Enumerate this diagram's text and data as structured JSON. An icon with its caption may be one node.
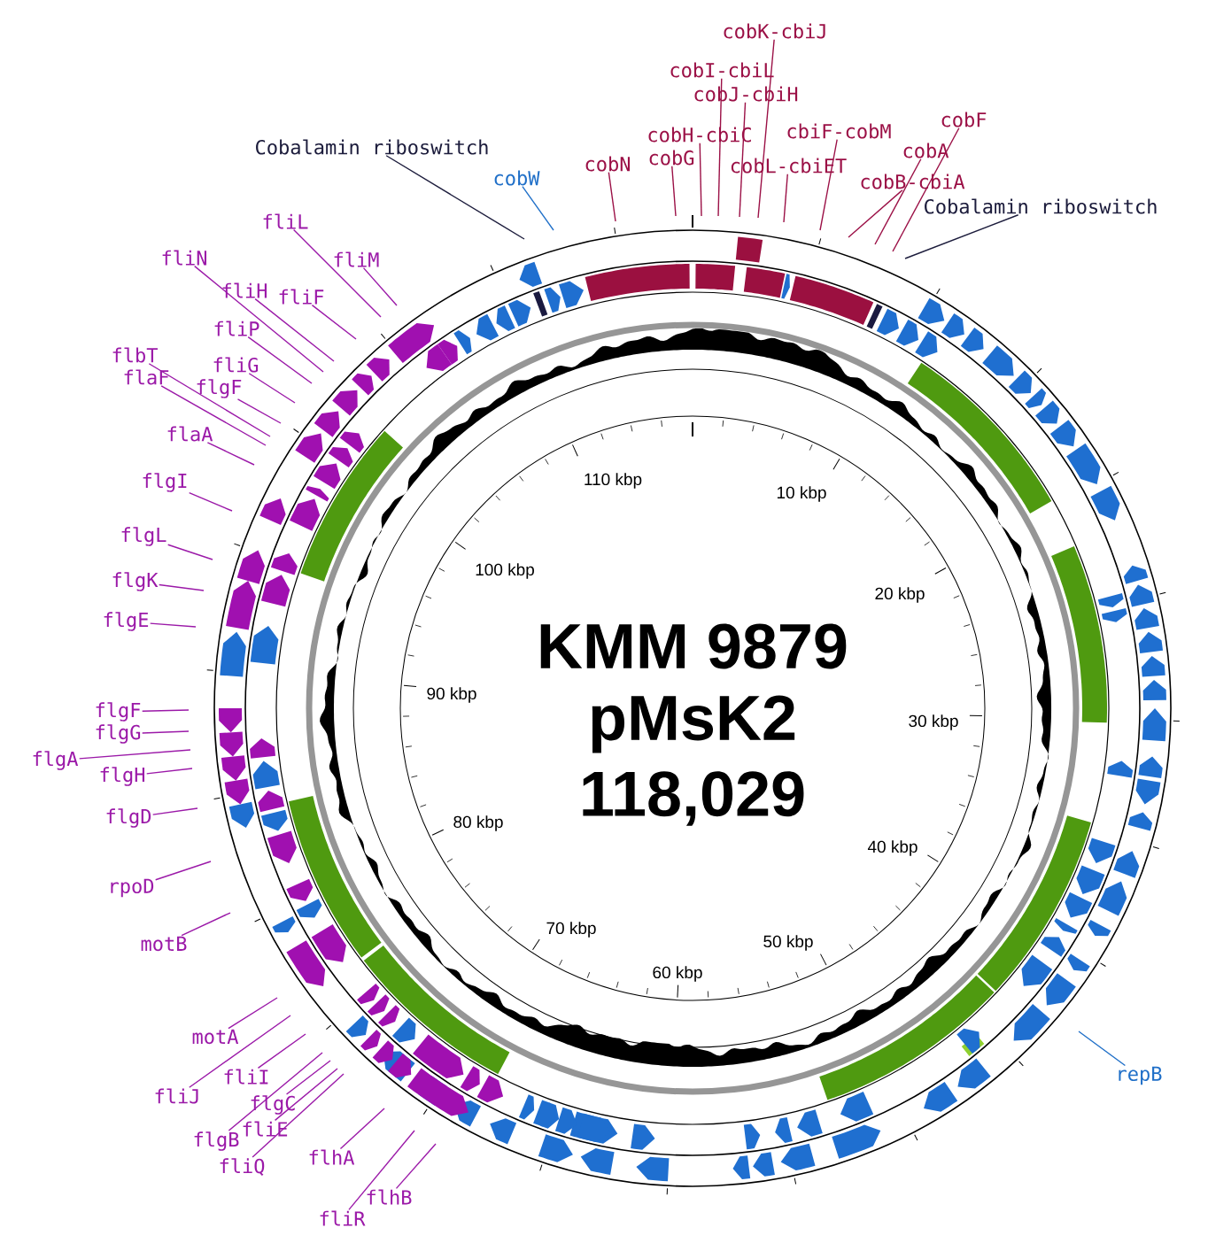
{
  "diagram": {
    "nodes": [
      {
        "text": [
          "cobK-cbiJ"
        ]
      },
      {
        "text": [
          "cobI-cbiL"
        ]
      },
      {
        "text": [
          "cobJ-cbiH"
        ]
      },
      {
        "text": [
          "Cobalamin riboswitch"
        ]
      },
      {
        "text": [
          "cobH-cbiC"
        ]
      },
      {
        "text": [
          "cobF"
        ]
      },
      {
        "text": [
          "cbiF-cobM"
        ]
      },
      {
        "text": [
          "cobG"
        ]
      },
      {
        "text": [
          "cobN"
        ]
      },
      {
        "text": [
          "cobA"
        ]
      },
      {
        "text": [
          "cobL-cbiET"
        ]
      },
      {
        "text": [
          "cobW"
        ]
      },
      {
        "text": [
          "cobB-cbiA"
        ]
      },
      {
        "text": [
          "Cobalamin riboswitch"
        ]
      },
      {
        "text": [
          "fliL"
        ]
      },
      {
        "text": [
          "fliN"
        ]
      },
      {
        "text": [
          "fliM"
        ]
      },
      {
        "text": [
          "fliH"
        ]
      },
      {
        "text": [
          "fliF"
        ]
      },
      {
        "text": [
          "fliP"
        ]
      },
      {
        "text": [
          "flbT"
        ]
      },
      {
        "text": [
          "fliG"
        ]
      },
      {
        "text": [
          "flaF"
        ]
      },
      {
        "text": [
          "flgF"
        ]
      },
      {
        "text": [
          "flaA"
        ]
      },
      {
        "text": [
          "flgI"
        ]
      },
      {
        "text": [
          "flgL"
        ]
      },
      {
        "text": [
          "flgK"
        ]
      },
      {
        "text": [
          "flgE"
        ]
      },
      {
        "text": [
          "flgF"
        ]
      },
      {
        "text": [
          "flgG"
        ]
      },
      {
        "text": [
          "flgA"
        ]
      },
      {
        "text": [
          "flgH"
        ]
      },
      {
        "text": [
          "flgD"
        ]
      },
      {
        "text": [
          "rpoD"
        ]
      },
      {
        "text": [
          "motB"
        ]
      },
      {
        "text": [
          "motA"
        ]
      },
      {
        "text": [
          "fliI"
        ]
      },
      {
        "text": [
          "repB"
        ]
      },
      {
        "text": [
          "fliJ"
        ]
      },
      {
        "text": [
          "flgC"
        ]
      },
      {
        "text": [
          "fliE"
        ]
      },
      {
        "text": [
          "flgB"
        ]
      },
      {
        "text": [
          "flhA"
        ]
      },
      {
        "text": [
          "fliQ"
        ]
      },
      {
        "text": [
          "flhB"
        ]
      },
      {
        "text": [
          "fliR"
        ]
      }
    ],
    "edges": [
      {
        "from": 0,
        "to": null,
        "arrow": "none",
        "color": "#9b1046"
      },
      {
        "from": 1,
        "to": null,
        "arrow": "none",
        "color": "#9b1046"
      },
      {
        "from": 2,
        "to": null,
        "arrow": "none",
        "color": "#9b1046"
      },
      {
        "from": 3,
        "to": null,
        "arrow": "none",
        "color": "#1c1c3c"
      },
      {
        "from": 4,
        "to": null,
        "arrow": "none",
        "color": "#9b1046"
      },
      {
        "from": 5,
        "to": null,
        "arrow": "none",
        "color": "#9b1046"
      },
      {
        "from": 6,
        "to": null,
        "arrow": "none",
        "color": "#9b1046"
      },
      {
        "from": 7,
        "to": null,
        "arrow": "none",
        "color": "#9b1046"
      },
      {
        "from": 8,
        "to": null,
        "arrow": "none",
        "color": "#9b1046"
      },
      {
        "from": 9,
        "to": null,
        "arrow": "none",
        "color": "#9b1046"
      },
      {
        "from": 10,
        "to": null,
        "arrow": "none",
        "color": "#9b1046"
      },
      {
        "from": 11,
        "to": null,
        "arrow": "none",
        "color": "#1f6fc8"
      },
      {
        "from": 12,
        "to": null,
        "arrow": "none",
        "color": "#9b1046"
      },
      {
        "from": 13,
        "to": null,
        "arrow": "none",
        "color": "#1c1c3c"
      },
      {
        "from": 14,
        "to": null,
        "arrow": "none"
      },
      {
        "from": 15,
        "to": null,
        "arrow": "none"
      },
      {
        "from": 16,
        "to": null,
        "arrow": "none"
      },
      {
        "from": 17,
        "to": null,
        "arrow": "none"
      },
      {
        "from": 18,
        "to": null,
        "arrow": "none"
      },
      {
        "from": 19,
        "to": null,
        "arrow": "none"
      },
      {
        "from": 20,
        "to": null,
        "arrow": "none"
      },
      {
        "from": 21,
        "to": null,
        "arrow": "none"
      },
      {
        "from": 22,
        "to": null,
        "arrow": "none"
      },
      {
        "from": 23,
        "to": null,
        "arrow": "none"
      },
      {
        "from": 24,
        "to": null,
        "arrow": "none"
      },
      {
        "from": 25,
        "to": null,
        "arrow": "none"
      },
      {
        "from": 26,
        "to": null,
        "arrow": "none"
      },
      {
        "from": 27,
        "to": null,
        "arrow": "none"
      },
      {
        "from": 28,
        "to": null,
        "arrow": "none"
      },
      {
        "from": 29,
        "to": null,
        "arrow": "none"
      },
      {
        "from": 30,
        "to": null,
        "arrow": "none"
      },
      {
        "from": 31,
        "to": null,
        "arrow": "none"
      },
      {
        "from": 32,
        "to": null,
        "arrow": "none"
      },
      {
        "from": 33,
        "to": null,
        "arrow": "none"
      },
      {
        "from": 34,
        "to": null,
        "arrow": "none"
      },
      {
        "from": 35,
        "to": null,
        "arrow": "none"
      },
      {
        "from": 36,
        "to": null,
        "arrow": "none"
      },
      {
        "from": 37,
        "to": null,
        "arrow": "none"
      },
      {
        "from": 38,
        "to": null,
        "arrow": "none",
        "color": "#1f6fc8"
      },
      {
        "from": 39,
        "to": null,
        "arrow": "none"
      },
      {
        "from": 40,
        "to": null,
        "arrow": "none"
      },
      {
        "from": 41,
        "to": null,
        "arrow": "none"
      },
      {
        "from": 42,
        "to": null,
        "arrow": "none"
      },
      {
        "from": 43,
        "to": null,
        "arrow": "none"
      },
      {
        "from": 44,
        "to": null,
        "arrow": "none"
      },
      {
        "from": 45,
        "to": null,
        "arrow": "none"
      },
      {
        "from": 46,
        "to": null,
        "arrow": "none"
      }
    ],
    "labels": [
      "110 kbp",
      "10 kbp",
      "100 kbp",
      "20 kbp",
      "90 kbp",
      "30 kbp",
      "80 kbp",
      "40 kbp",
      "70 kbp",
      "50 kbp",
      "60 kbp",
      "KMM 9879",
      "pMsK2",
      "118,029"
    ]
  }
}
